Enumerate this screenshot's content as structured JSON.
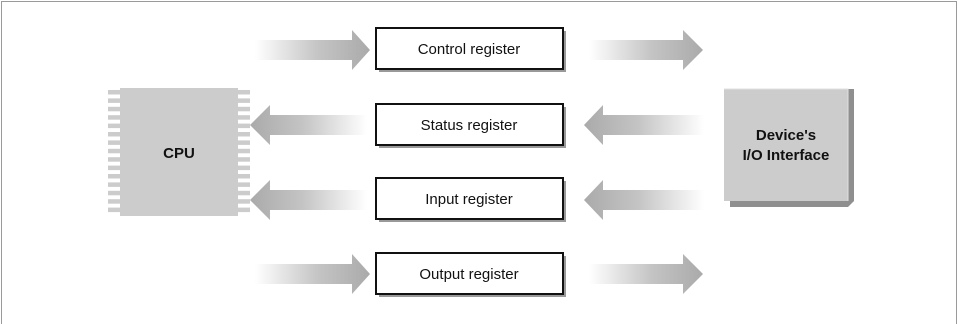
{
  "cpu": {
    "label": "CPU"
  },
  "device": {
    "line1": "Device's",
    "line2": "I/O Interface"
  },
  "registers": [
    {
      "label": "Control register",
      "flow": "cpu-to-device"
    },
    {
      "label": "Status register",
      "flow": "device-to-cpu"
    },
    {
      "label": "Input register",
      "flow": "device-to-cpu"
    },
    {
      "label": "Output register",
      "flow": "cpu-to-device"
    }
  ],
  "colors": {
    "block_fill": "#cccccc",
    "arrow_fill": "#b3b3b3",
    "register_border": "#111111",
    "frame_border": "#9a9a9a"
  }
}
